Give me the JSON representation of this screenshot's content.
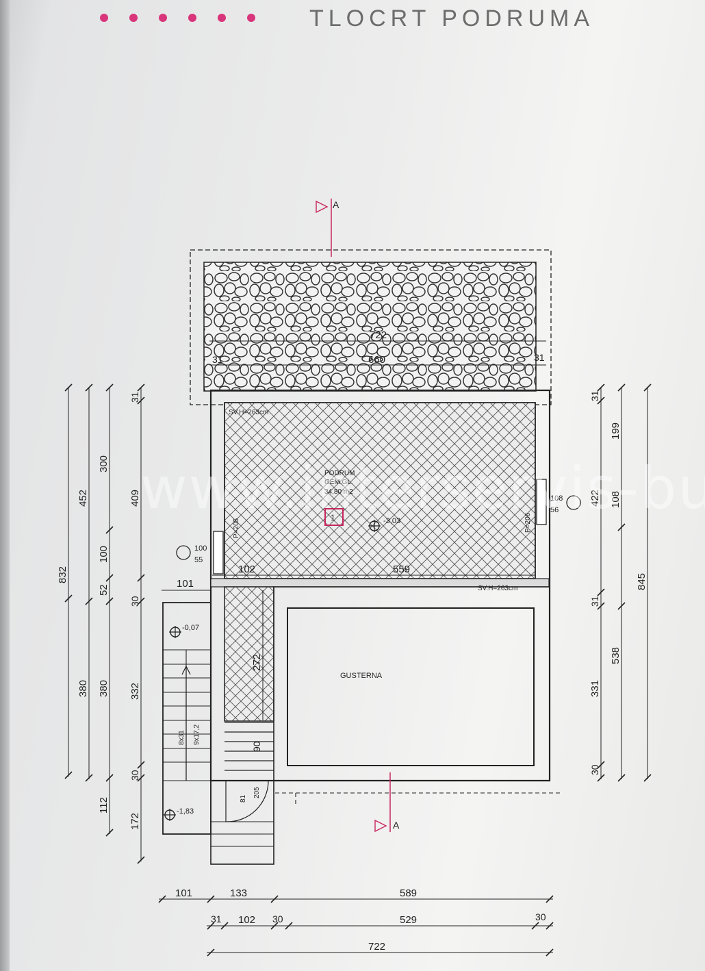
{
  "header": {
    "title": "TLOCRT PODRUMA",
    "dot_color": "#d8357a",
    "dot_count": 6
  },
  "watermark": "www.interservis-bullat.hr",
  "rooms": {
    "podrum": {
      "name": "PODRUM",
      "floor": "GEM.GL.",
      "area": "34,80 m2",
      "room_no": "1",
      "level": "-3,03"
    },
    "gusterna": {
      "name": "GUSTERNA"
    }
  },
  "annotations": {
    "section_label": "A",
    "ceiling_top": "SV.H=263cm",
    "ceiling_bottom": "SV.H=263cm",
    "window_left_h": "P=205",
    "window_right_h": "P=206",
    "window_left_size": [
      "100",
      "55"
    ],
    "window_right_size": [
      "108",
      "56"
    ],
    "level_stair_top": "-0,07",
    "level_stair_bottom": "-1,83",
    "stairs_a": "8x31",
    "stairs_b": "9x17,2",
    "door_w": "81",
    "door_h": "205"
  },
  "dimensions": {
    "terrace": [
      "722",
      "660",
      "31",
      "31"
    ],
    "interior": [
      "102",
      "559",
      "101",
      "272",
      "90"
    ],
    "left_col1": [
      "832",
      "380"
    ],
    "left_col2": [
      "452",
      "380",
      "112"
    ],
    "left_col3": [
      "300",
      "100",
      "52",
      "332",
      "30",
      "172"
    ],
    "left_col4": [
      "31",
      "409",
      "30"
    ],
    "right_col1": [
      "31",
      "422",
      "31",
      "331",
      "30"
    ],
    "right_col2": [
      "199",
      "108",
      "538"
    ],
    "right_col3": [
      "845"
    ],
    "bottom_row1": [
      "101",
      "133",
      "589"
    ],
    "bottom_row2": [
      "31",
      "102",
      "30",
      "529",
      "30"
    ],
    "bottom_row3": [
      "722"
    ]
  }
}
